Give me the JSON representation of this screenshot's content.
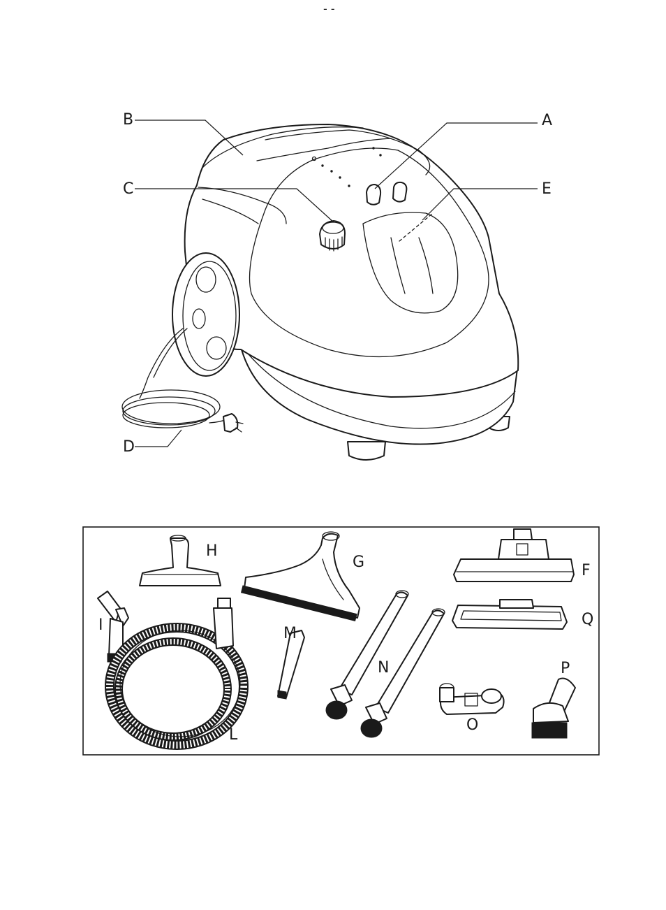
{
  "header_marks": "- -",
  "steamer_labels": {
    "A": "A",
    "B": "B",
    "C": "C",
    "D": "D",
    "E": "E"
  },
  "accessory_labels": {
    "F": "F",
    "G": "G",
    "H": "H",
    "I": "I",
    "L": "L",
    "M": "M",
    "N": "N",
    "O": "O",
    "P": "P",
    "Q": "Q"
  }
}
